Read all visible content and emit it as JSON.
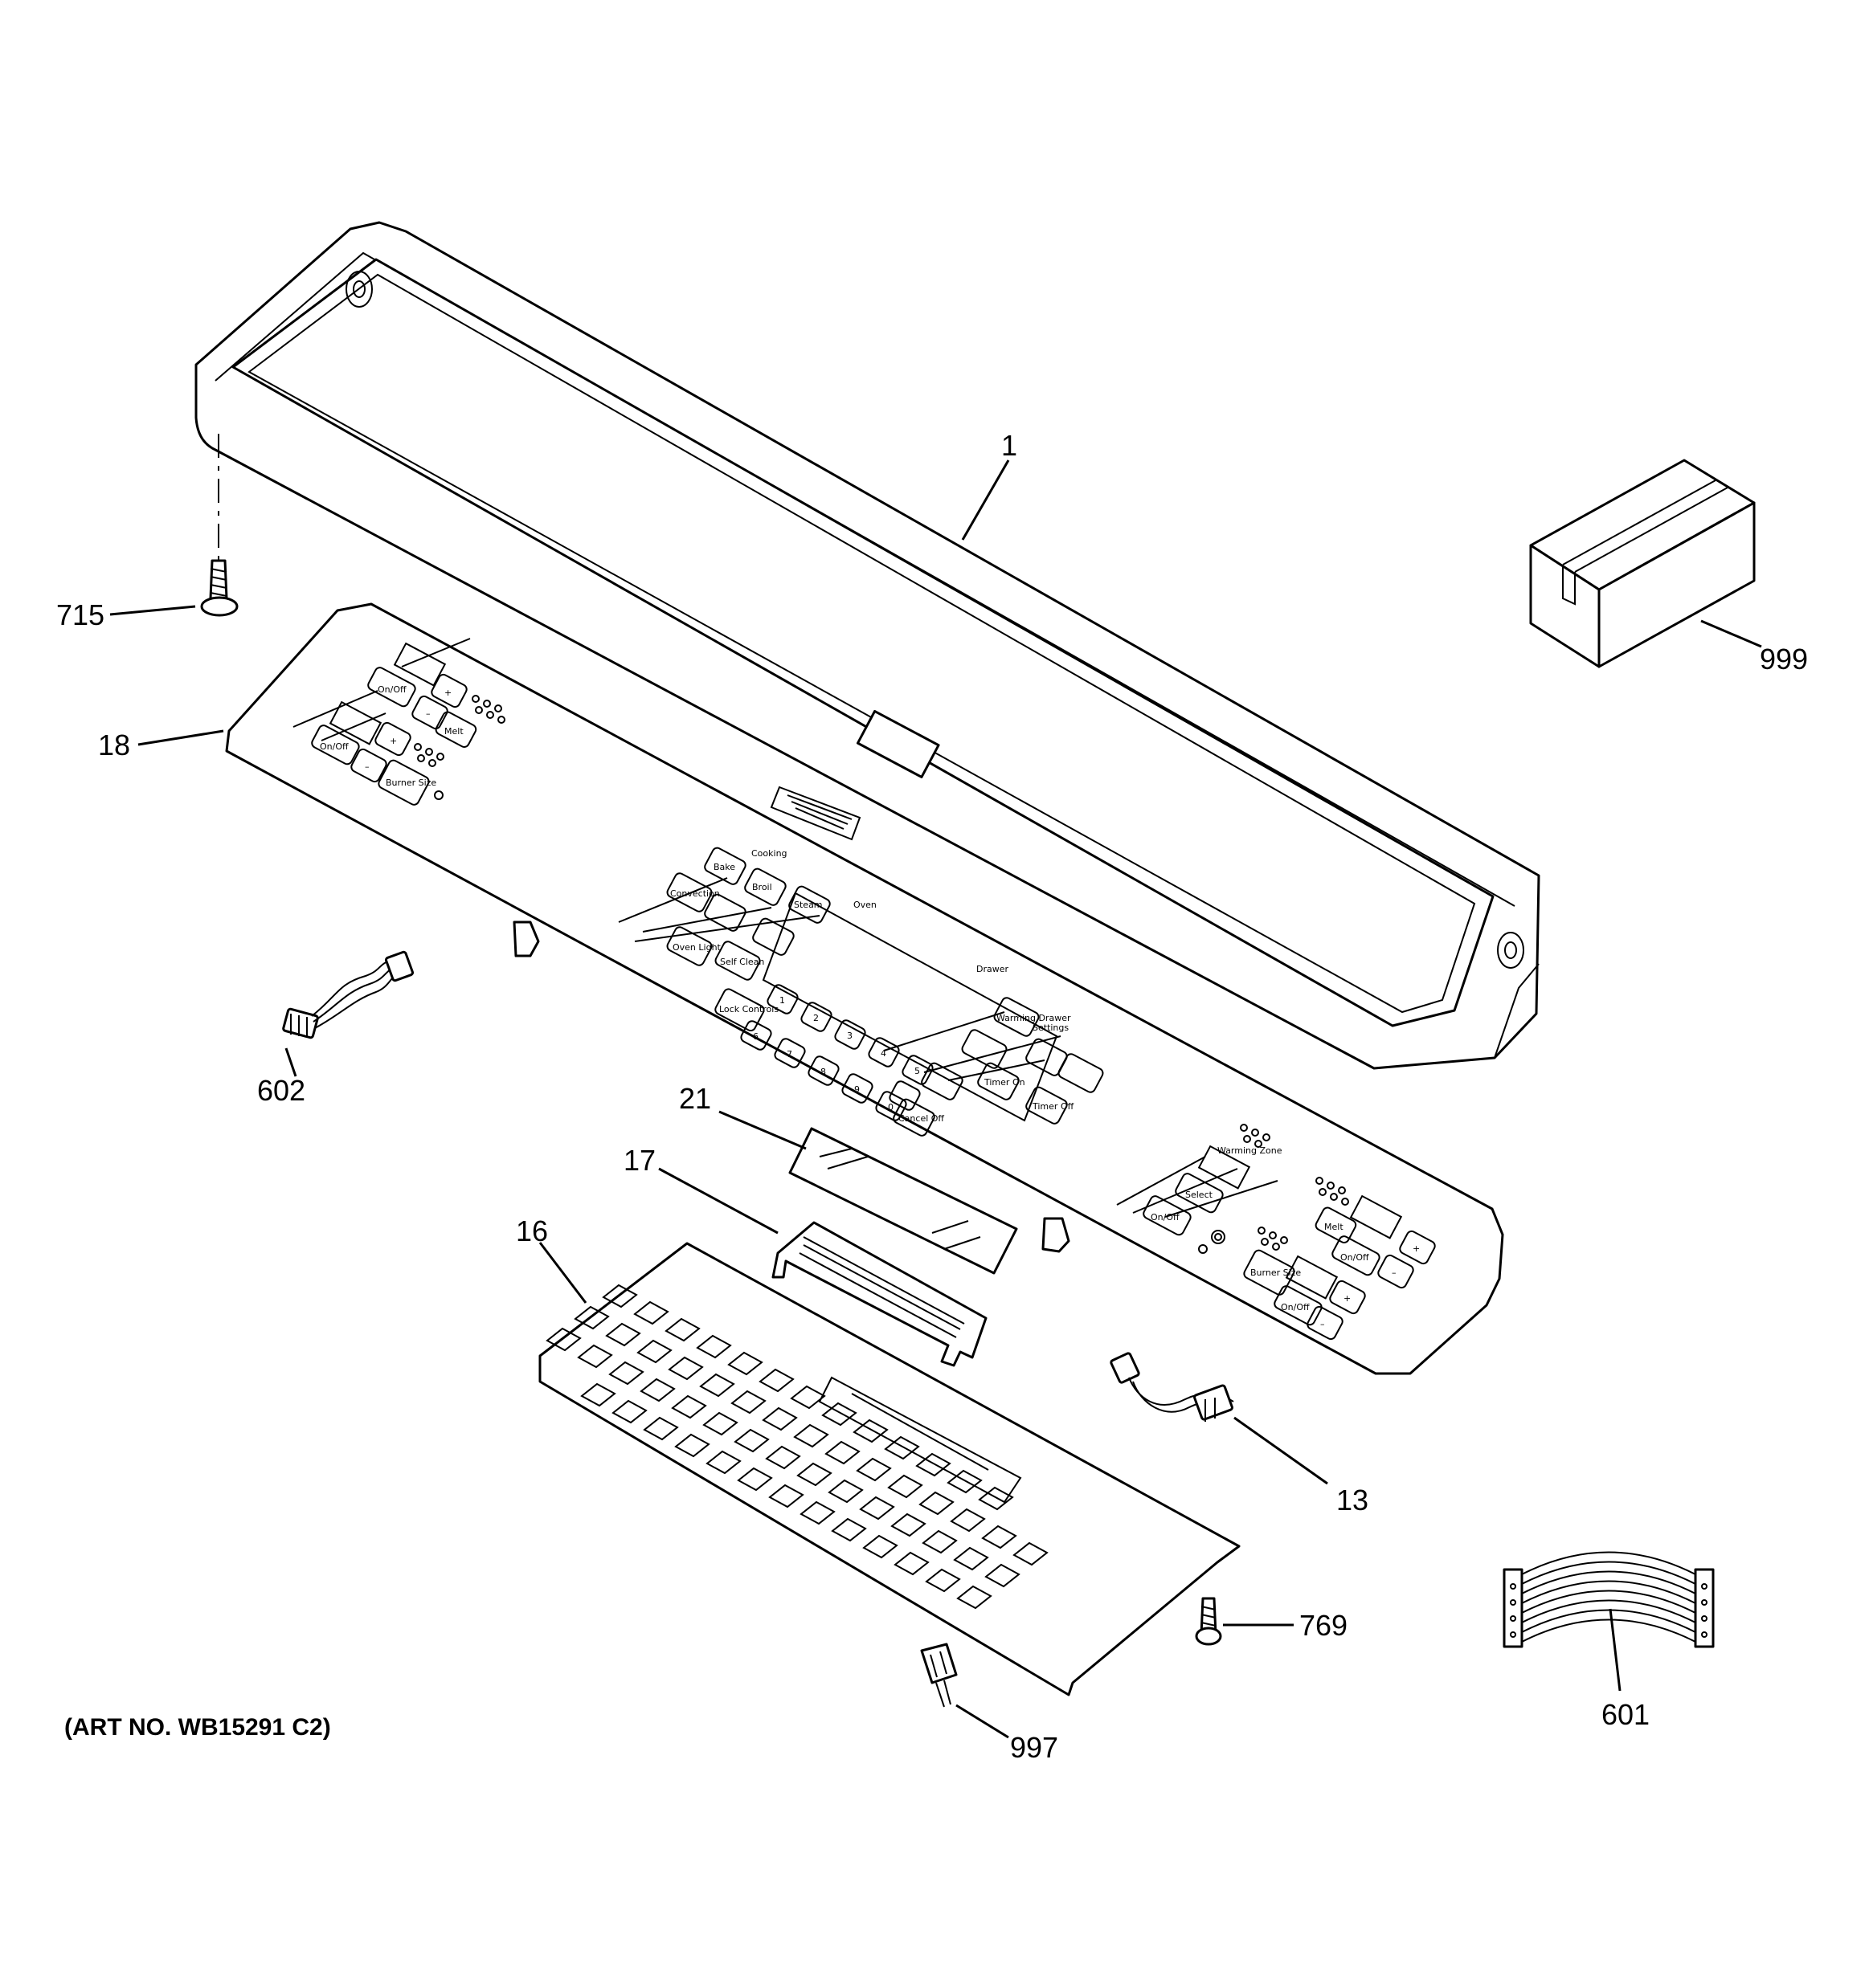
{
  "callouts": {
    "c1": "1",
    "c715": "715",
    "c999": "999",
    "c18": "18",
    "c602": "602",
    "c21": "21",
    "c17": "17",
    "c16": "16",
    "c13": "13",
    "c769": "769",
    "c601": "601",
    "c997": "997"
  },
  "art_number": "(ART NO. WB15291 C2)",
  "panel_keys": {
    "left_onoff": "On/Off",
    "left_plus": "+",
    "left_minus": "–",
    "left_melt": "Melt",
    "left_burner": "Burner Size",
    "center_bake": "Bake",
    "center_broil": "Broil",
    "center_steam": "Steam",
    "center_convection": "Convection",
    "center_oven_light": "Oven Light",
    "center_self_clean": "Self Clean",
    "center_lock": "Lock Controls",
    "center_warming": "Warming Drawer",
    "center_timer_on": "Timer On",
    "center_timer_off": "Timer Off",
    "center_cancel": "Cancel Off",
    "center_settings": "Settings",
    "center_cooking": "Cooking",
    "center_oven": "Oven",
    "center_drawer": "Drawer",
    "right_onoff": "On/Off",
    "right_plus": "+",
    "right_minus": "–",
    "right_melt": "Melt",
    "right_burner": "Burner Size",
    "right_warming_zone": "Warming Zone",
    "right_select": "Select",
    "digits": [
      "1",
      "2",
      "3",
      "4",
      "5",
      "6",
      "7",
      "8",
      "9",
      "0"
    ]
  }
}
